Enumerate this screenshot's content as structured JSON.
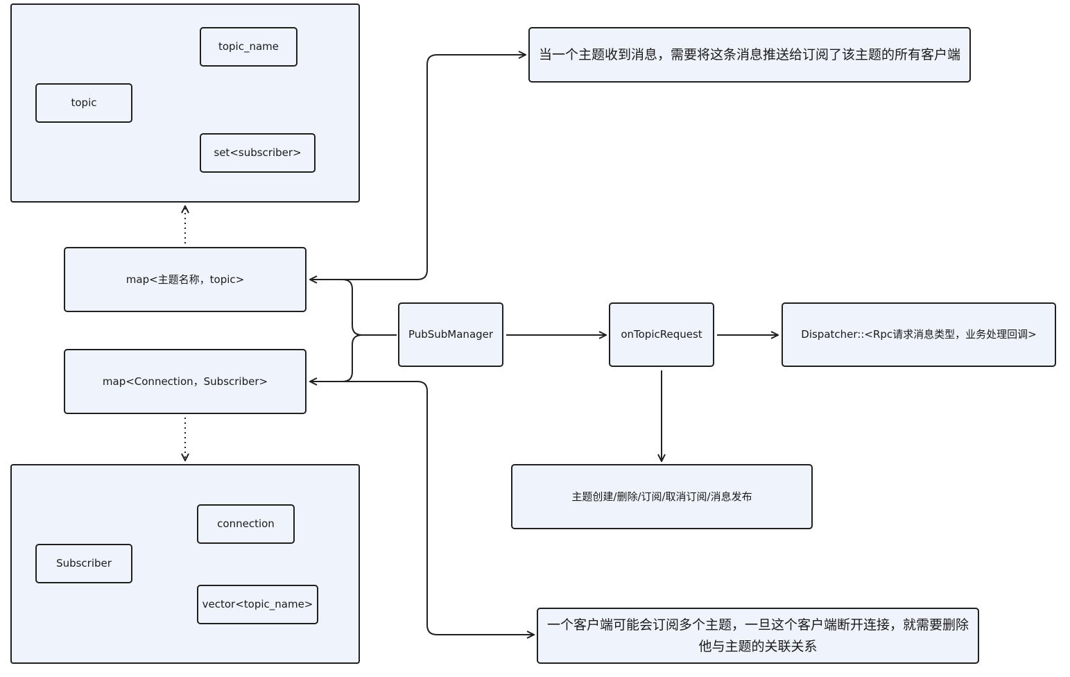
{
  "colors": {
    "box_fill": "#eff3fc",
    "stroke": "#1f1f1f"
  },
  "topic_group": {
    "topic": "topic",
    "topic_name": "topic_name",
    "subscribers": "set<subscriber>"
  },
  "subscriber_group": {
    "subscriber": "Subscriber",
    "connection": "connection",
    "topic_names": "vector<topic_name>"
  },
  "maps": {
    "topic_map": "map<主题名称，topic>",
    "connection_map": "map<Connection，Subscriber>"
  },
  "manager": "PubSubManager",
  "handler": "onTopicRequest",
  "dispatcher": "Dispatcher::<Rpc请求消息类型，业务处理回调>",
  "operations": "主题创建/删除/订阅/取消订阅/消息发布",
  "notes": {
    "topic_push": "当一个主题收到消息，需要将这条消息推送给订阅了该主题的所有客户端",
    "client_disconnect": "一个客户端可能会订阅多个主题，一旦这个客户端断开连接，就需要删除他与主题的关联关系"
  }
}
